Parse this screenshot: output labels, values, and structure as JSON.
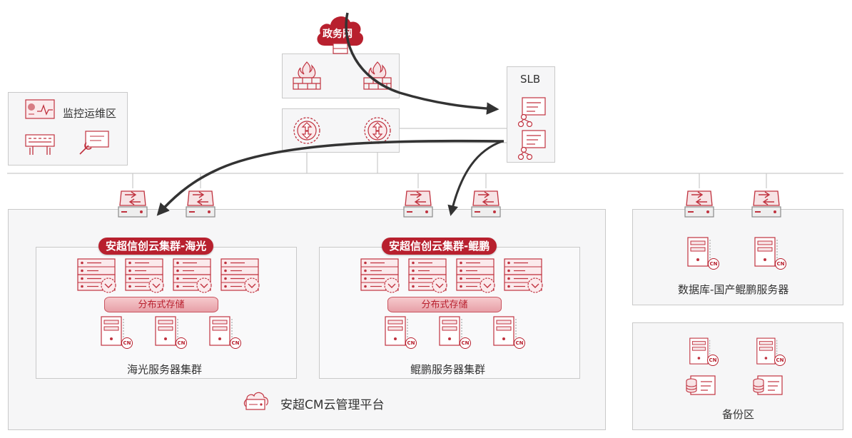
{
  "cloud": {
    "label": "政务网"
  },
  "slb": {
    "label": "SLB"
  },
  "monitor": {
    "label": "监控运维区"
  },
  "clusters": [
    {
      "badge": "安超信创云集群-海光",
      "storage": "分布式存储",
      "label": "海光服务器集群"
    },
    {
      "badge": "安超信创云集群-鲲鹏",
      "storage": "分布式存储",
      "label": "鲲鹏服务器集群"
    }
  ],
  "platform": {
    "label": "安超CM云管理平台"
  },
  "database": {
    "label": "数据库-国产鲲鹏服务器"
  },
  "backup": {
    "label": "备份区"
  },
  "chip_label": "CN",
  "colors": {
    "accent": "#b8202e",
    "line": "#c9c9c9",
    "arrow": "#333333"
  },
  "icons": [
    "cloud-icon",
    "firewall-icon",
    "router-icon",
    "load-balancer-icon",
    "switch-icon",
    "server-icon",
    "storage-icon",
    "monitor-icon"
  ]
}
